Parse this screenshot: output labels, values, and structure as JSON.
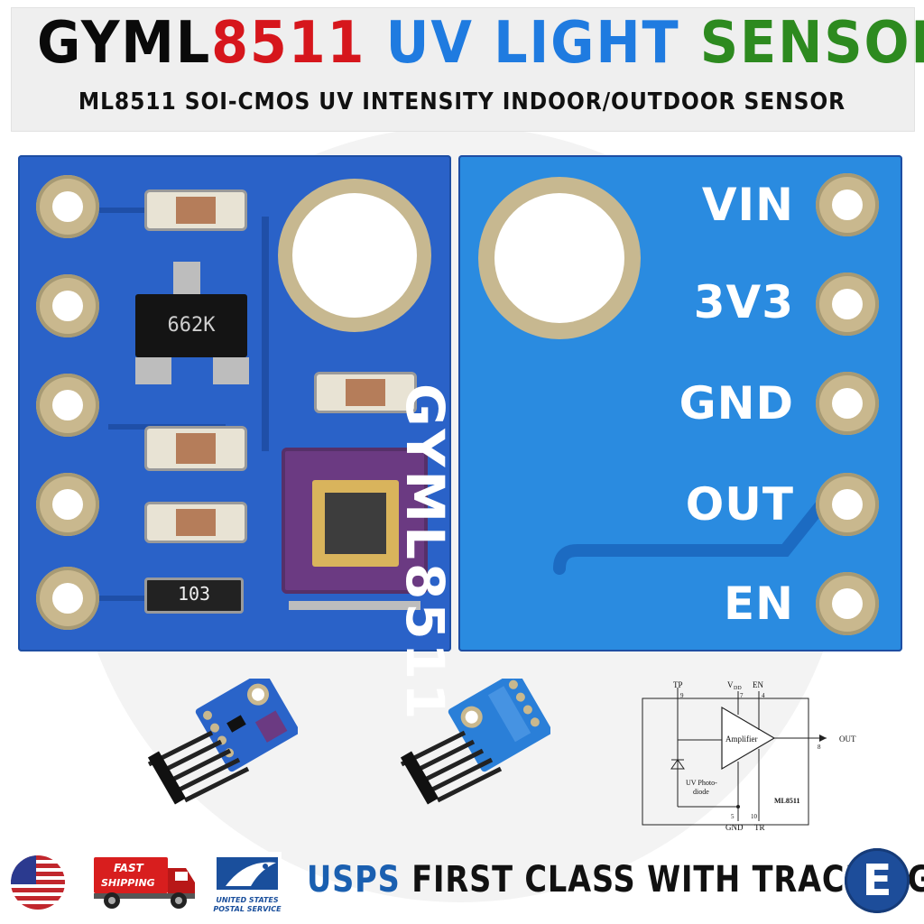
{
  "header": {
    "title_part1": "GYML",
    "title_part2": "8511",
    "title_part3": "UV",
    "title_part4": "LIGHT",
    "title_part5": "SENSOR",
    "subtitle": "ML8511 SOI-CMOS UV INTENSITY INDOOR/OUTDOOR SENSOR"
  },
  "colors": {
    "title_black": "#0a0a0a",
    "title_red": "#d6161c",
    "title_blue": "#1f7be0",
    "title_green": "#2d8a1f",
    "pcb_blue": "#2a62c8",
    "usps_blue": "#1a5fb0"
  },
  "board_back": {
    "pins": [
      "VIN",
      "3V3",
      "GND",
      "OUT",
      "EN"
    ],
    "marking": "GYML8511"
  },
  "board_front": {
    "regulator_marking": "662K",
    "resistor_marking": "103"
  },
  "schematic": {
    "tp": "TP",
    "tp_pin": "9",
    "vdd": "V",
    "vdd_sub": "DD",
    "vdd_pin": "7",
    "en": "EN",
    "en_pin": "4",
    "amp": "Amplifier",
    "out_pin": "8",
    "out": "OUT",
    "photodiode_1": "UV Photo-",
    "photodiode_2": "diode",
    "gnd_pin": "5",
    "tr_pin": "10",
    "gnd": "GND",
    "tr": "TR",
    "part": "ML8511"
  },
  "footer": {
    "usps": "USPS",
    "shipping": "FIRST CLASS WITH TRACKING",
    "truck_line1": "FAST",
    "truck_line2": "SHIPPING",
    "usps_logo_line1": "UNITED STATES",
    "usps_logo_line2": "POSTAL SERVICE",
    "badge_letter": "E"
  },
  "icons": [
    "us-flag-icon",
    "fast-shipping-truck-icon",
    "usps-eagle-logo-icon",
    "store-badge-icon"
  ]
}
